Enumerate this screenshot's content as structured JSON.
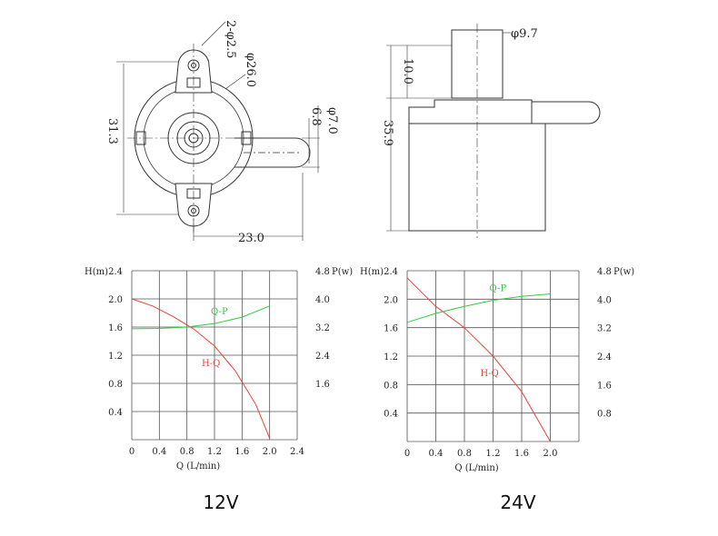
{
  "drawing": {
    "top_view": {
      "hole_dim": "2-φ2.5",
      "body_dia": "φ26.0",
      "height_dim": "31.3",
      "width_dim": "23.0",
      "outlet_dia": "φ7.0",
      "outlet_inner": "6.8"
    },
    "side_view": {
      "inlet_dia": "φ9.7",
      "inlet_len": "10.0",
      "total_height": "35.9"
    }
  },
  "chart_data": [
    {
      "type": "line",
      "title": "12V",
      "xlabel": "Q (L/min)",
      "ylabel": "H(m)",
      "y2label": "P(w)",
      "xlim": [
        0,
        2.4
      ],
      "ylim": [
        0,
        2.4
      ],
      "y2lim": [
        0,
        4.8
      ],
      "xticks": [
        "0",
        "0.4",
        "0.8",
        "1.2",
        "1.6",
        "2.0",
        "2.4"
      ],
      "yticks": [
        "0.4",
        "0.8",
        "1.2",
        "1.6",
        "2.0",
        "2.4"
      ],
      "y2ticks": [
        "1.6",
        "2.4",
        "3.2",
        "4.0",
        "4.8"
      ],
      "grid": true,
      "series": [
        {
          "name": "H-Q",
          "color": "#e8443a",
          "x": [
            0,
            0.3,
            0.6,
            0.9,
            1.2,
            1.5,
            1.8,
            2.0
          ],
          "y": [
            2.0,
            1.9,
            1.75,
            1.57,
            1.33,
            0.98,
            0.5,
            0.02
          ]
        },
        {
          "name": "Q-P",
          "color": "#2ecc40",
          "axis": "right",
          "x": [
            0,
            0.4,
            0.8,
            1.2,
            1.6,
            2.0
          ],
          "y": [
            3.15,
            3.16,
            3.2,
            3.3,
            3.48,
            3.8
          ]
        }
      ]
    },
    {
      "type": "line",
      "title": "24V",
      "xlabel": "Q (L/min)",
      "ylabel": "H(m)",
      "y2label": "P(w)",
      "xlim": [
        0,
        2.4
      ],
      "ylim": [
        0,
        2.4
      ],
      "y2lim": [
        0,
        4.8
      ],
      "xticks": [
        "0",
        "0.4",
        "0.8",
        "1.2",
        "1.6",
        "2.0"
      ],
      "yticks": [
        "0.4",
        "0.8",
        "1.2",
        "1.6",
        "2.0",
        "2.4"
      ],
      "y2ticks": [
        "0.8",
        "1.6",
        "2.4",
        "3.2",
        "4.0",
        "4.8"
      ],
      "grid": true,
      "series": [
        {
          "name": "H-Q",
          "color": "#e8443a",
          "x": [
            0,
            0.4,
            0.8,
            1.2,
            1.6,
            2.0
          ],
          "y": [
            2.3,
            1.9,
            1.6,
            1.2,
            0.7,
            0.0
          ]
        },
        {
          "name": "Q-P",
          "color": "#2ecc40",
          "axis": "right",
          "x": [
            0,
            0.4,
            0.8,
            1.2,
            1.6,
            2.0
          ],
          "y": [
            3.35,
            3.6,
            3.8,
            3.97,
            4.08,
            4.15
          ]
        }
      ]
    }
  ]
}
